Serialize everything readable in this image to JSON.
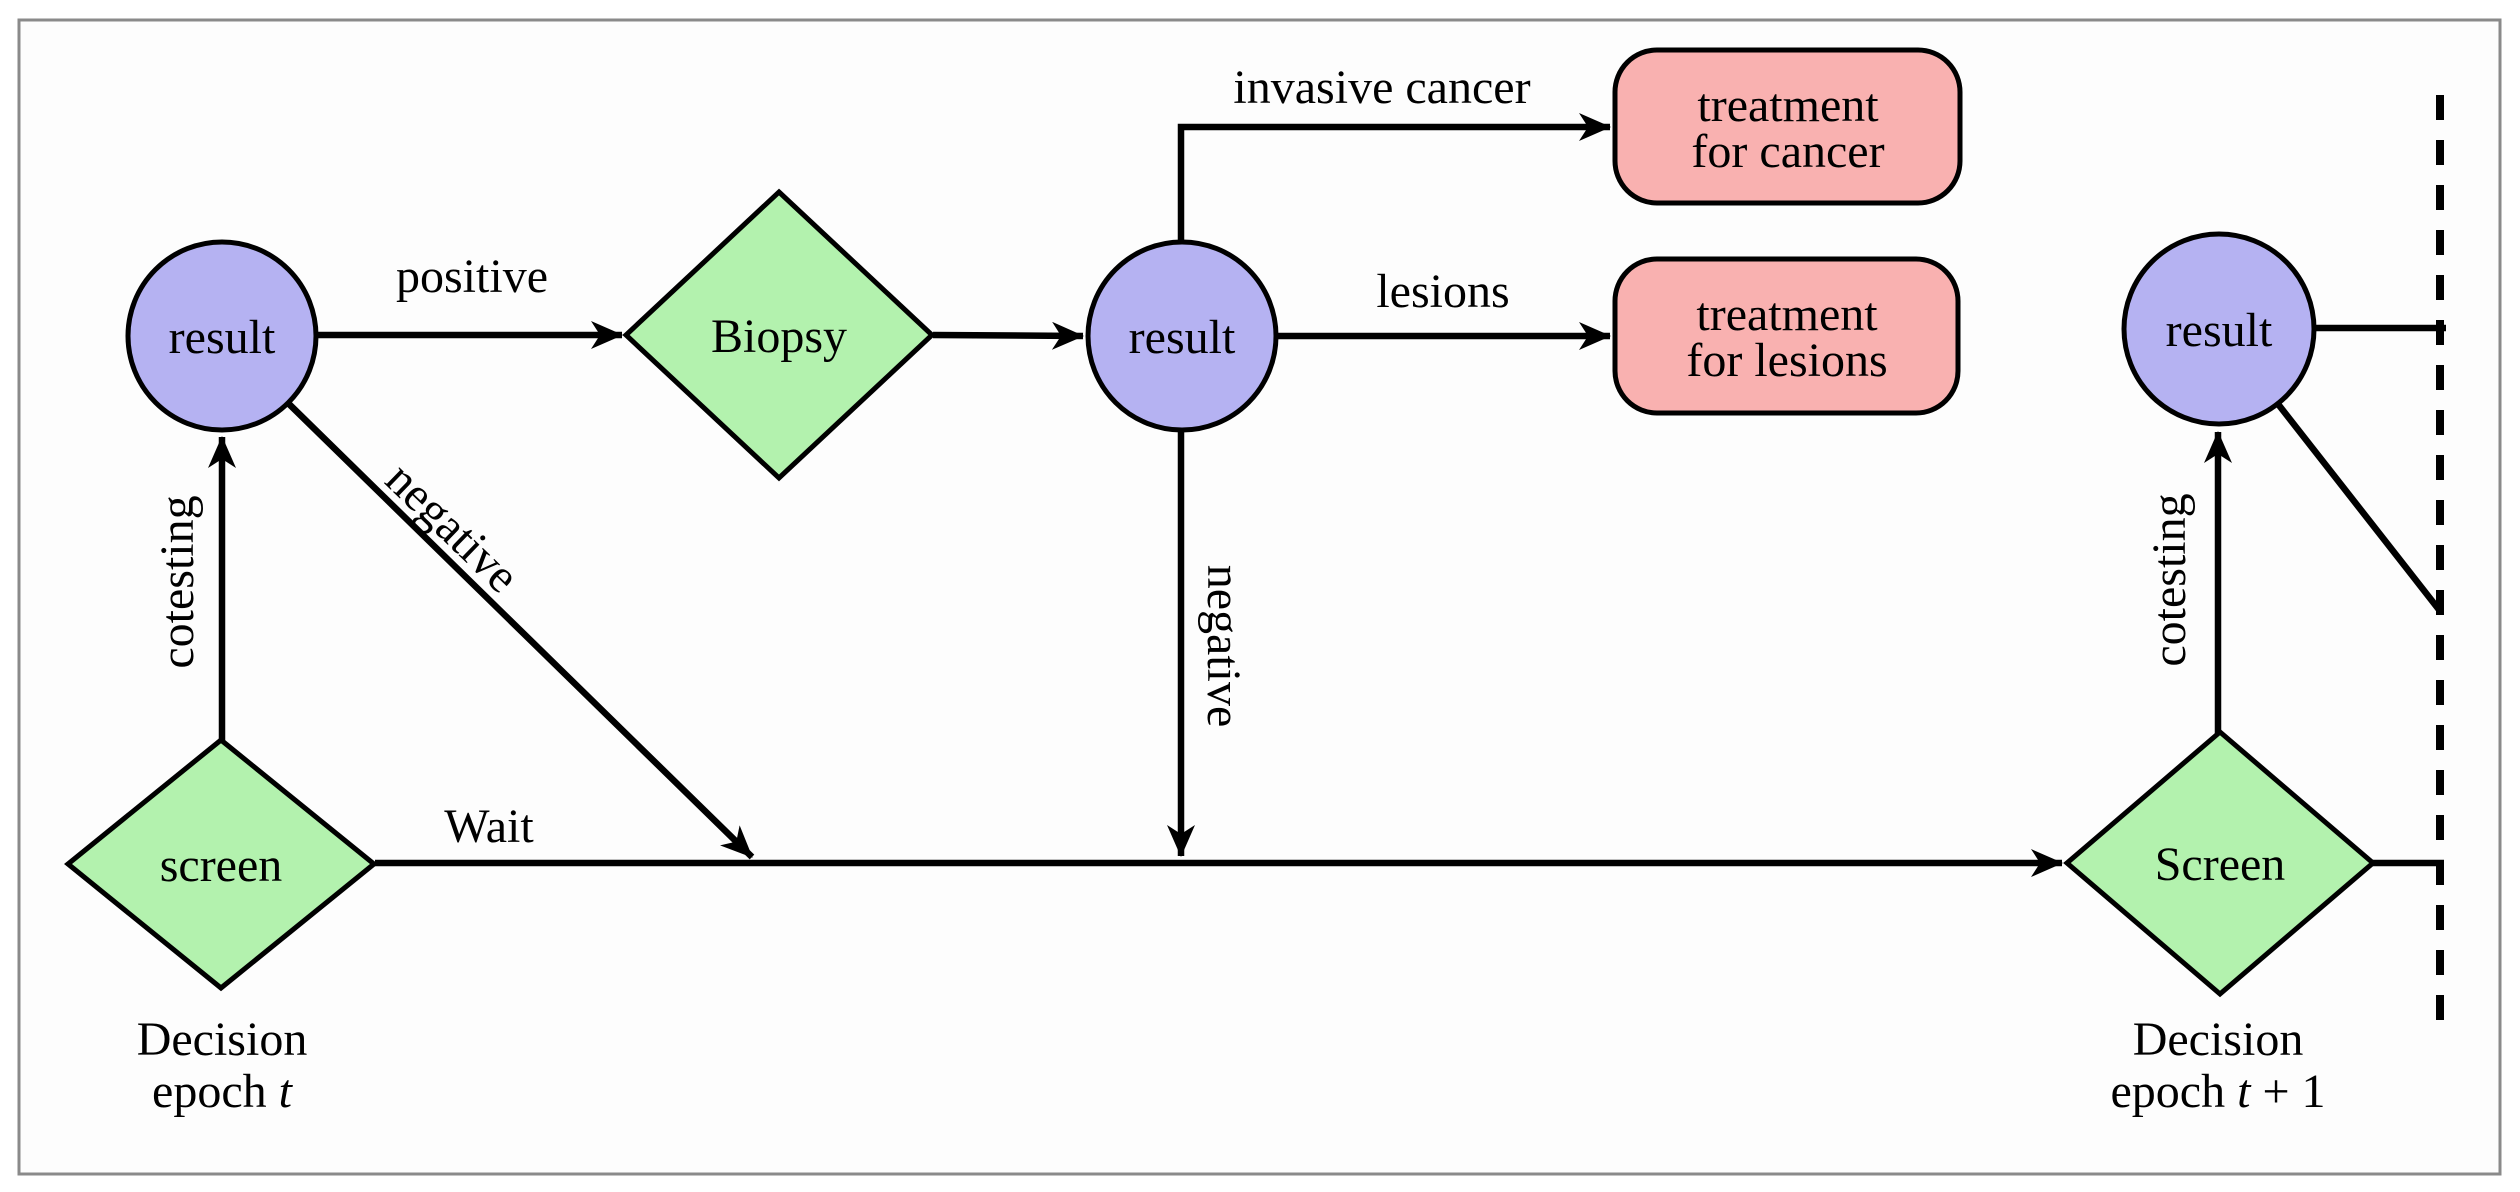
{
  "diagram": {
    "type": "flowchart",
    "colors": {
      "state_fill": "#b5b2f2",
      "action_fill": "#b3f2ae",
      "treatment_fill": "#f9b1b0",
      "edge_color": "#000000",
      "frame_color": "#8a8a8a"
    },
    "nodes": {
      "screen_t": {
        "label": "screen",
        "shape": "diamond"
      },
      "result_t": {
        "label": "result",
        "shape": "circle"
      },
      "biopsy": {
        "label": "Biopsy",
        "shape": "diamond"
      },
      "result_after_biopsy": {
        "label": "result",
        "shape": "circle"
      },
      "treatment_cancer": {
        "line1": "treatment",
        "line2": "for cancer",
        "shape": "rounded-rect"
      },
      "treatment_lesions": {
        "line1": "treatment",
        "line2": "for lesions",
        "shape": "rounded-rect"
      },
      "screen_t_plus_1": {
        "label": "Screen",
        "shape": "diamond"
      },
      "result_t_plus_1": {
        "label": "result",
        "shape": "circle"
      }
    },
    "edge_labels": {
      "cotesting_left": "cotesting",
      "positive": "positive",
      "negative_diagonal": "negative",
      "invasive_cancer": "invasive cancer",
      "lesions": "lesions",
      "negative_vertical": "negative",
      "wait": "Wait",
      "cotesting_right": "cotesting"
    },
    "captions": {
      "left": {
        "line1": "Decision",
        "epoch_word": "epoch ",
        "var": "t",
        "suffix": ""
      },
      "right": {
        "line1": "Decision",
        "epoch_word": "epoch ",
        "var": "t",
        "suffix": " + 1"
      }
    }
  }
}
